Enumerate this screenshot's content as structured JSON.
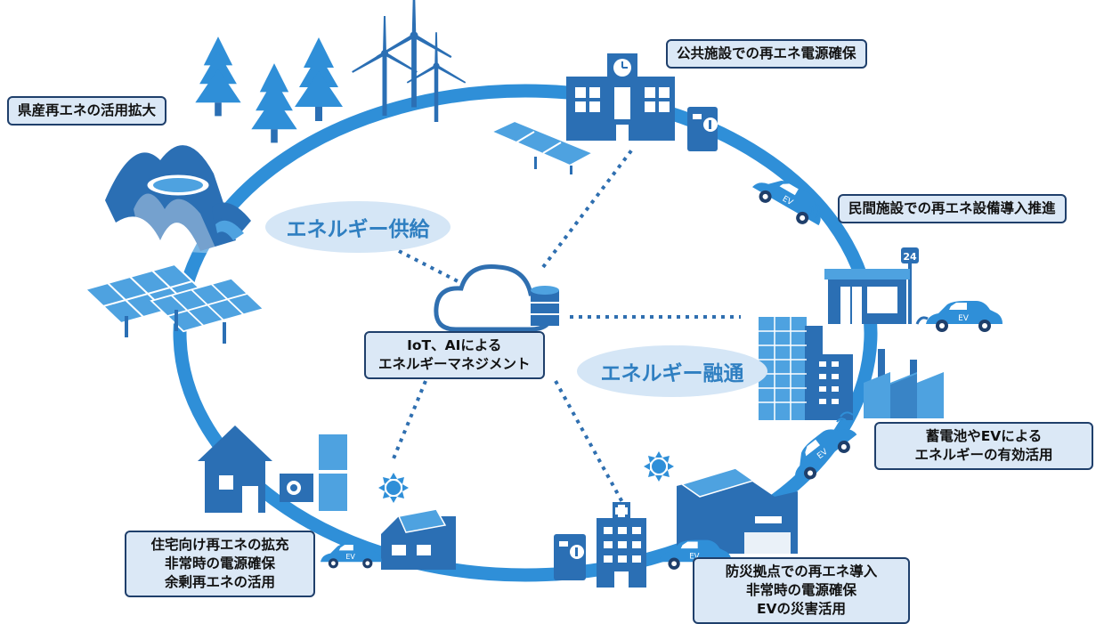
{
  "colors": {
    "ring": "#2f8fd8",
    "icon_dark": "#2b6fb4",
    "icon_mid": "#4ea2e0",
    "bubble_bg": "#d5e6f6",
    "bubble_text": "#2f7fc1",
    "label_bg": "#dbe8f6",
    "label_border": "#1f3f6b"
  },
  "bubbles": {
    "supply": "エネルギー供給",
    "exchange": "エネルギー融通"
  },
  "labels": {
    "prefecture_renewables": "県産再エネの活用拡大",
    "public_facilities": "公共施設での再エネ電源確保",
    "private_facilities": "民間施設での再エネ設備導入推進",
    "center": [
      "IoT、AIによる",
      "エネルギーマネジメント"
    ],
    "storage_ev": [
      "蓄電池やEVによる",
      "エネルギーの有効活用"
    ],
    "housing": [
      "住宅向け再エネの拡充",
      "非常時の電源確保",
      "余剰再エネの活用"
    ],
    "disaster": [
      "防災拠点での再エネ導入",
      "非常時の電源確保",
      "EVの災害活用"
    ]
  },
  "icon_texts": {
    "ev": "EV",
    "store_sign": "24"
  },
  "icons": [
    "wind-turbine-icon",
    "tree-icon",
    "hydro-dam-icon",
    "solar-panel-icon",
    "public-building-icon",
    "charger-icon",
    "ev-car-icon",
    "convenience-store-icon",
    "office-building-icon",
    "factory-icon",
    "cloud-icon",
    "database-icon",
    "house-icon",
    "hospital-icon",
    "warehouse-icon",
    "sun-icon"
  ]
}
